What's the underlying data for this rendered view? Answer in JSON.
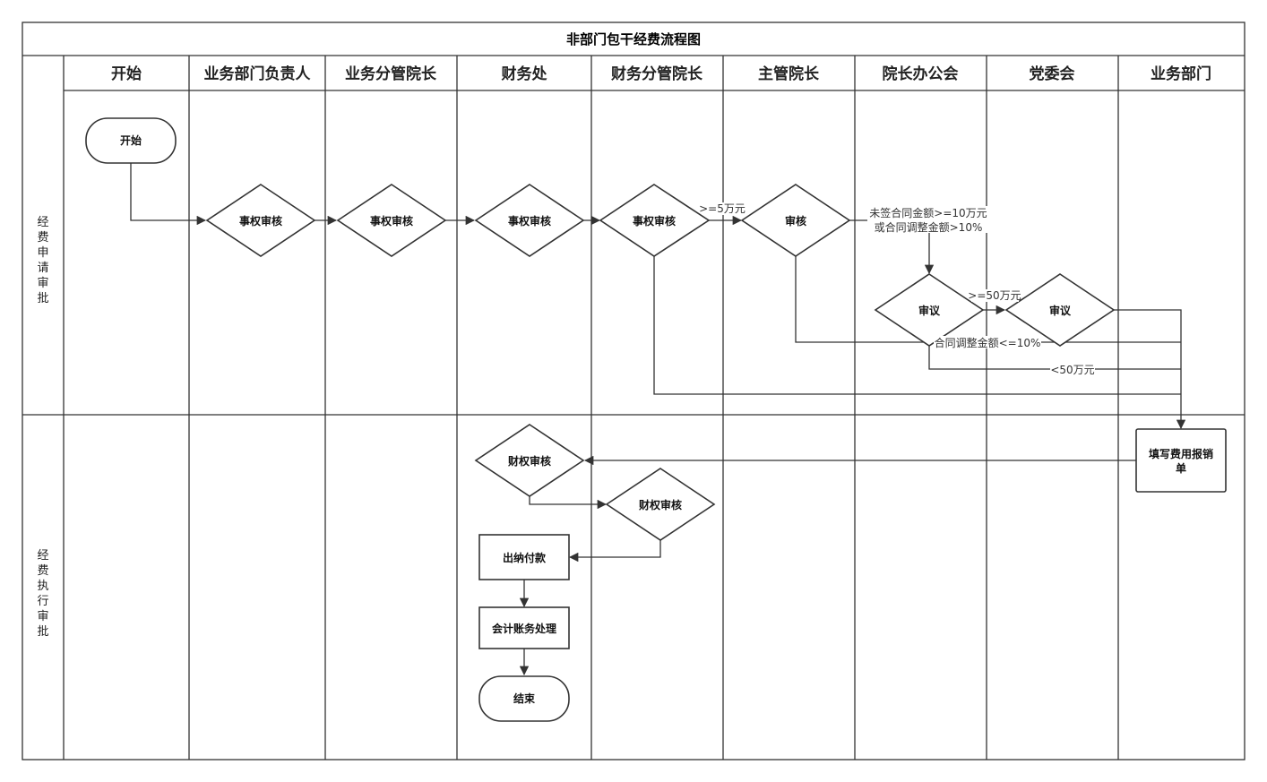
{
  "diagram": {
    "title": "非部门包干经费流程图",
    "lanes": [
      "开始",
      "业务部门负责人",
      "业务分管院长",
      "财务处",
      "财务分管院长",
      "主管院长",
      "院长办公会",
      "党委会",
      "业务部门"
    ],
    "phases": {
      "apply": [
        "经",
        "费",
        "申",
        "请",
        "审",
        "批"
      ],
      "execute": [
        "经",
        "费",
        "执",
        "行",
        "审",
        "批"
      ]
    },
    "nodes": {
      "start": "开始",
      "dept_head_review": "事权审核",
      "vp_review": "事权审核",
      "finance_review": "事权审核",
      "finance_vp_review": "事权审核",
      "chief_vp_review": "审核",
      "president_meeting": "审议",
      "party_committee": "审议",
      "fill_form": [
        "填写费用报销",
        "单"
      ],
      "finance_approval_1": "财权审核",
      "finance_approval_2": "财权审核",
      "cashier_payment": "出纳付款",
      "accounting": "会计账务处理",
      "end": "结束"
    },
    "edges": {
      "ge_5w": ">=5万元",
      "unsigned_contract": [
        "未签合同金额>=10万元",
        "或合同调整金额>10%"
      ],
      "ge_50w": ">=50万元",
      "adjust_le_10": "合同调整金额<=10%",
      "lt_50w": "<50万元"
    }
  }
}
